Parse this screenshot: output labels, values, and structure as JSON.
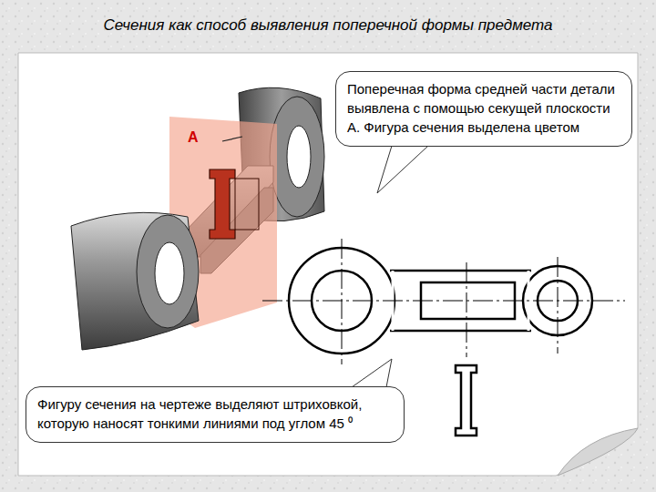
{
  "diagram": {
    "title": "Сечения как способ выявления поперечной формы предмета",
    "nodes": [
      {
        "text": [
          "Поперечная форма средней части детали выявлена с помощью секущей плоскости А. Фигура сечения выделена цветом"
        ]
      },
      {
        "text": [
          "Фигуру сечения на чертеже выделяют штриховкой, которую наносят тонкими линиями под углом 45 ⁰"
        ]
      }
    ],
    "labels": [
      "А"
    ]
  }
}
